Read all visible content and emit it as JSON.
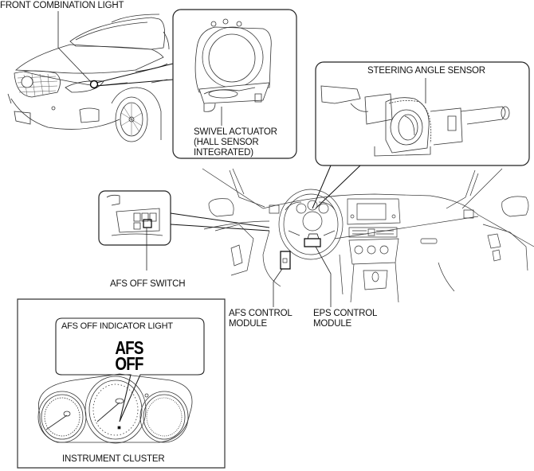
{
  "diagram": {
    "title": "AFS component location",
    "callouts": {
      "front_combination_light": "FRONT COMBINATION LIGHT",
      "swivel_actuator": [
        "SWIVEL ACTUATOR",
        "(HALL SENSOR",
        "INTEGRATED)"
      ],
      "steering_angle_sensor": "STEERING ANGLE SENSOR",
      "afs_off_switch": "AFS OFF SWITCH",
      "afs_control_module": [
        "AFS CONTROL",
        "MODULE"
      ],
      "eps_control_module": [
        "EPS CONTROL",
        "MODULE"
      ],
      "afs_off_indicator_light": "AFS OFF INDICATOR LIGHT",
      "indicator_symbol": [
        "AFS",
        "OFF"
      ],
      "instrument_cluster": "INSTRUMENT CLUSTER"
    },
    "components": [
      {
        "id": "front-combination-light",
        "location": "vehicle front, headlamp"
      },
      {
        "id": "swivel-actuator",
        "location": "inside front combination light"
      },
      {
        "id": "steering-angle-sensor",
        "location": "steering column"
      },
      {
        "id": "afs-off-switch",
        "location": "dashboard, left of steering wheel"
      },
      {
        "id": "afs-control-module",
        "location": "below dashboard, driver side"
      },
      {
        "id": "eps-control-module",
        "location": "below steering column"
      },
      {
        "id": "instrument-cluster",
        "location": "behind steering wheel"
      }
    ],
    "line_color": "#000000",
    "background": "#ffffff"
  }
}
